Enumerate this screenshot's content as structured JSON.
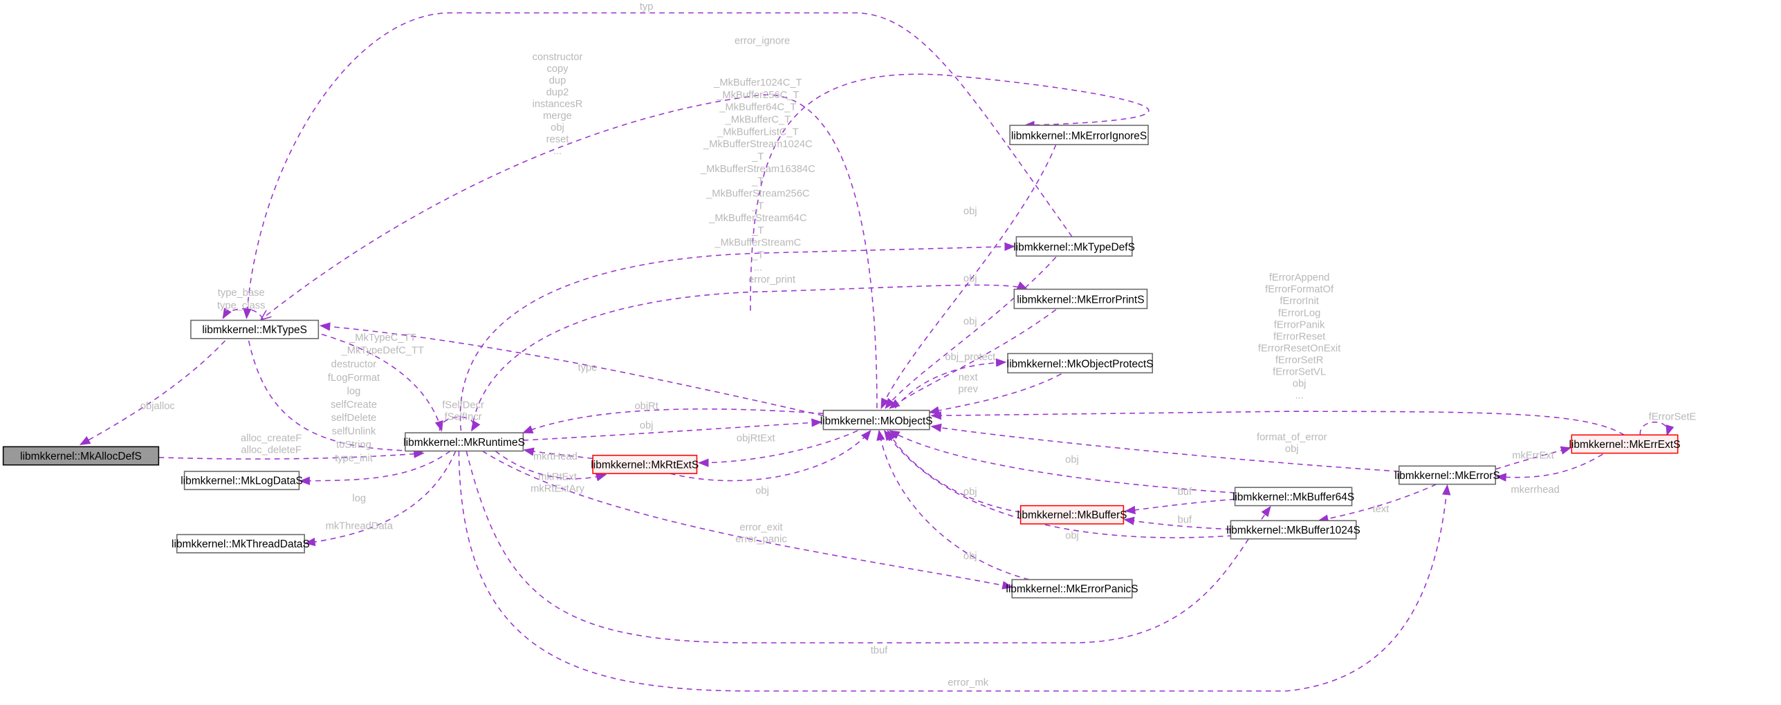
{
  "nodes": {
    "allocdef": "libmkkernel::MkAllocDefS",
    "types": "libmkkernel::MkTypeS",
    "runtime": "libmkkernel::MkRuntimeS",
    "logdata": "libmkkernel::MkLogDataS",
    "threaddata": "libmkkernel::MkThreadDataS",
    "rtext": "libmkkernel::MkRtExtS",
    "object": "libmkkernel::MkObjectS",
    "errorignore": "libmkkernel::MkErrorIgnoreS",
    "typedef": "libmkkernel::MkTypeDefS",
    "errorprint": "libmkkernel::MkErrorPrintS",
    "objectprotect": "libmkkernel::MkObjectProtectS",
    "buffer": "libmkkernel::MkBufferS",
    "buffer64": "libmkkernel::MkBuffer64S",
    "buffer1024": "libmkkernel::MkBuffer1024S",
    "errorpanic": "libmkkernel::MkErrorPanicS",
    "error": "libmkkernel::MkErrorS",
    "errext": "libmkkernel::MkErrExtS"
  },
  "labels": {
    "typ": "typ",
    "error_ignore": "error_ignore",
    "type_self": [
      "type_base",
      "type_class"
    ],
    "types_to_object": [
      "constructor",
      "copy",
      "dup",
      "dup2",
      "instancesR",
      "merge",
      "obj",
      "reset",
      "..."
    ],
    "runtime_to_typedef": [
      "_MkBuffer1024C_T",
      "_MkBuffer256C_T",
      "_MkBuffer64C_T",
      "_MkBufferC_T",
      "_MkBufferListC_T",
      "_MkBufferStream1024C",
      "_T",
      "_MkBufferStream16384C",
      "_T",
      "_MkBufferStream256C",
      "_T",
      "_MkBufferStream64C",
      "_T",
      "_MkBufferStreamC",
      "_T",
      "..."
    ],
    "error_print": "error_print",
    "objalloc": "objalloc",
    "types_runtime": [
      "_MkTypeC_TT",
      "_MkTypeDefC_TT"
    ],
    "types_funcs": [
      "destructor",
      "fLogFormat",
      "log",
      "selfCreate",
      "selfDelete",
      "selfUnlink",
      "toString",
      "type_init"
    ],
    "runtime_self": [
      "fSelfDecr",
      "fSelfIncr"
    ],
    "alloc": [
      "alloc_createF",
      "alloc_deleteF"
    ],
    "type": "type",
    "objRt": "objRt",
    "obj": "obj",
    "mkrtHead": "mkrtHead",
    "mkRtExt": [
      "mkRtExt",
      "mkRtExtAry"
    ],
    "objRtExt": "objRtExt",
    "log": "log",
    "mkThreadData": "mkThreadData",
    "obj_protect": "obj_protect",
    "next_prev": [
      "next",
      "prev"
    ],
    "errext_obj": [
      "fErrorAppend",
      "fErrorFormatOf",
      "fErrorInit",
      "fErrorLog",
      "fErrorPanik",
      "fErrorReset",
      "fErrorResetOnExit",
      "fErrorSetR",
      "fErrorSetVL",
      "obj",
      "..."
    ],
    "fErrorSetE": "fErrorSetE",
    "format_of_error": [
      "format_of_error",
      "obj"
    ],
    "mkErrExt": "mkErrExt",
    "mkerrhead": "mkerrhead",
    "buf": "buf",
    "text": "text",
    "error_exit": [
      "error_exit",
      "error_panic"
    ],
    "tbuf": "tbuf",
    "error_mk": "error_mk"
  },
  "colors": {
    "edge": "#9a32cd",
    "label": "#b8b8b8",
    "highlight_border": "#ff0000"
  }
}
